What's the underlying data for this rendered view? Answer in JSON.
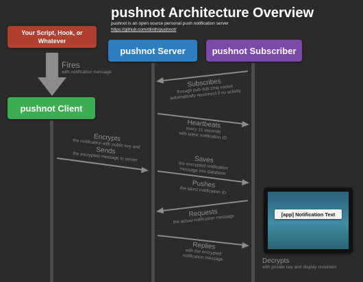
{
  "title": "pushnot Architecture Overview",
  "subtitle": "pushnot is an open source personal push notification server",
  "url": "https://github.com/dlinth/pushnot/",
  "nodes": {
    "script": "Your Script, Hook, or Whatever",
    "server": "pushnot Server",
    "subscriber": "pushnot Subscriber",
    "client": "pushnot Client"
  },
  "steps": {
    "fires": {
      "label": "Fires",
      "desc": "with notification message"
    },
    "subscribes": {
      "label": "Subscribes",
      "desc1": "through pub-sub zmq socket",
      "desc2": "automatically reconnect if no activity"
    },
    "heartbeats": {
      "label": "Heartbeats",
      "desc1": "every 15 seconds",
      "desc2": "with latest notification ID"
    },
    "encrypts": {
      "label": "Encrypts",
      "desc": "the notification with public key and"
    },
    "sends": {
      "label": "Sends",
      "desc": "the encrypted message to server"
    },
    "saves": {
      "label": "Saves",
      "desc1": "the encrypted notification",
      "desc2": "message into database"
    },
    "pushes": {
      "label": "Pushes",
      "desc": "the latest notification ID"
    },
    "requests": {
      "label": "Requests",
      "desc": "the actual notification message"
    },
    "replies": {
      "label": "Replies",
      "desc1": "with the encrypted",
      "desc2": "notification message"
    },
    "decrypts": {
      "label": "Decrypts",
      "desc": "with private key and display onscreen"
    }
  },
  "notification": {
    "text": "[app] Notification Text"
  },
  "colors": {
    "background": "#2b2b2b",
    "script": "#b0402f",
    "server": "#2f7fc0",
    "subscriber": "#7b4aa8",
    "client": "#3cad53",
    "lifeline": "#4a4a4a",
    "arrow": "#8c8c8c"
  }
}
